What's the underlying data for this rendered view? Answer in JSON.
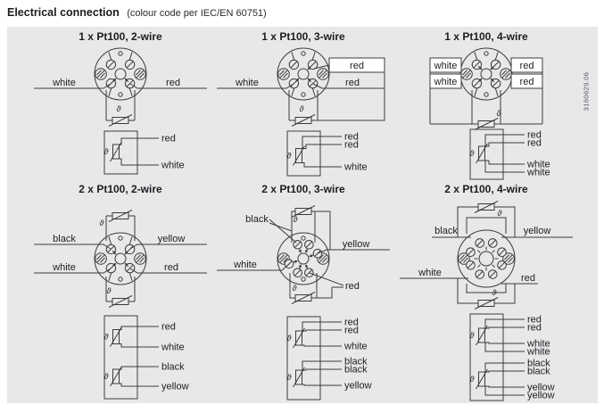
{
  "title": {
    "main": "Electrical connection",
    "sub": "(colour code per IEC/EN 60751)"
  },
  "side_code": "3160629.06",
  "colors": {
    "panel_bg": "#e7e8ea",
    "line": "#3b3b3d",
    "text": "#1d1d1f",
    "box_fill": "#ffffff"
  },
  "theta_symbol": "ϑ",
  "diagrams": [
    {
      "title": "1 x Pt100, 2-wire",
      "head": "quad",
      "head_labels": [
        {
          "text": "white",
          "slot": "mid-left"
        },
        {
          "text": "red",
          "slot": "mid-right"
        }
      ],
      "block_wires": [
        [
          "red"
        ],
        [
          "white"
        ]
      ]
    },
    {
      "title": "1 x Pt100, 3-wire",
      "head": "quad",
      "head_labels": [
        {
          "text": "red",
          "slot": "top-right-box"
        },
        {
          "text": "red",
          "slot": "mid-right"
        },
        {
          "text": "white",
          "slot": "mid-left"
        }
      ],
      "block_wires": [
        [
          "red",
          "red"
        ],
        [
          "white"
        ]
      ]
    },
    {
      "title": "1 x Pt100, 4-wire",
      "head": "quad",
      "head_labels": [
        {
          "text": "white",
          "slot": "top-left-box"
        },
        {
          "text": "red",
          "slot": "top-right-box"
        },
        {
          "text": "white",
          "slot": "mid-left-box"
        },
        {
          "text": "red",
          "slot": "mid-right-box"
        }
      ],
      "block_wires": [
        [
          "red",
          "red"
        ],
        [
          "white",
          "white"
        ]
      ]
    },
    {
      "title": "2 x Pt100, 2-wire",
      "head": "quad",
      "head_labels": [
        {
          "text": "black",
          "slot": "top-left"
        },
        {
          "text": "yellow",
          "slot": "top-right"
        },
        {
          "text": "white",
          "slot": "mid-left"
        },
        {
          "text": "red",
          "slot": "mid-right"
        }
      ],
      "block_wires": [
        [
          "red"
        ],
        [
          "white"
        ],
        [
          "black"
        ],
        [
          "yellow"
        ]
      ]
    },
    {
      "title": "2 x Pt100, 3-wire",
      "head": "hex",
      "head_labels": [
        {
          "text": "black",
          "slot": "top-left-double"
        },
        {
          "text": "yellow",
          "slot": "mid-right"
        },
        {
          "text": "white",
          "slot": "mid-left"
        },
        {
          "text": "red",
          "slot": "bottom-right-double"
        }
      ],
      "block_wires": [
        [
          "red",
          "red"
        ],
        [
          "white"
        ],
        [
          "black",
          "black"
        ],
        [
          "yellow"
        ]
      ]
    },
    {
      "title": "2 x Pt100, 4-wire",
      "head": "oct",
      "head_labels": [
        {
          "text": "black",
          "slot": "top-left"
        },
        {
          "text": "yellow",
          "slot": "top-right"
        },
        {
          "text": "white",
          "slot": "mid-left"
        },
        {
          "text": "red",
          "slot": "mid-right"
        }
      ],
      "block_wires": [
        [
          "red",
          "red"
        ],
        [
          "white",
          "white"
        ],
        [
          "black",
          "black"
        ],
        [
          "yellow",
          "yellow"
        ]
      ]
    }
  ]
}
